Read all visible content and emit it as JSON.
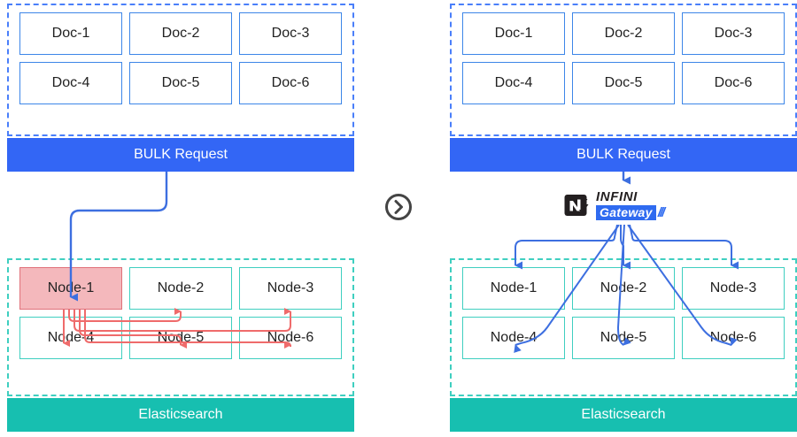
{
  "diagram": {
    "title": "Elasticsearch BULK request routing: direct vs INFINI Gateway",
    "separator_icon": "chevron-right-circle-icon",
    "colors": {
      "bulk_bar": "#3366f5",
      "elasticsearch_bar": "#17bfb0",
      "doc_border": "#3d86e8",
      "node_border": "#3fcfc0",
      "hot_node_fill": "#f4b8bc",
      "hot_node_border": "#e0717a",
      "red_arrow": "#ef6b6b",
      "blue_arrow": "#3d6fe0",
      "docs_dash_border": "#4a7ffa",
      "es_dash_border": "#3fcfc0"
    }
  },
  "left": {
    "docs": [
      "Doc-1",
      "Doc-2",
      "Doc-3",
      "Doc-4",
      "Doc-5",
      "Doc-6"
    ],
    "bulk_label": "BULK Request",
    "nodes": [
      "Node-1",
      "Node-2",
      "Node-3",
      "Node-4",
      "Node-5",
      "Node-6"
    ],
    "hot_node": "Node-1",
    "es_label": "Elasticsearch"
  },
  "right": {
    "docs": [
      "Doc-1",
      "Doc-2",
      "Doc-3",
      "Doc-4",
      "Doc-5",
      "Doc-6"
    ],
    "bulk_label": "BULK Request",
    "nodes": [
      "Node-1",
      "Node-2",
      "Node-3",
      "Node-4",
      "Node-5",
      "Node-6"
    ],
    "es_label": "Elasticsearch",
    "gateway": {
      "mark_icon": "infini-n-mark-icon",
      "brand": "INFINI",
      "product": "Gateway",
      "slashes": "///"
    }
  }
}
